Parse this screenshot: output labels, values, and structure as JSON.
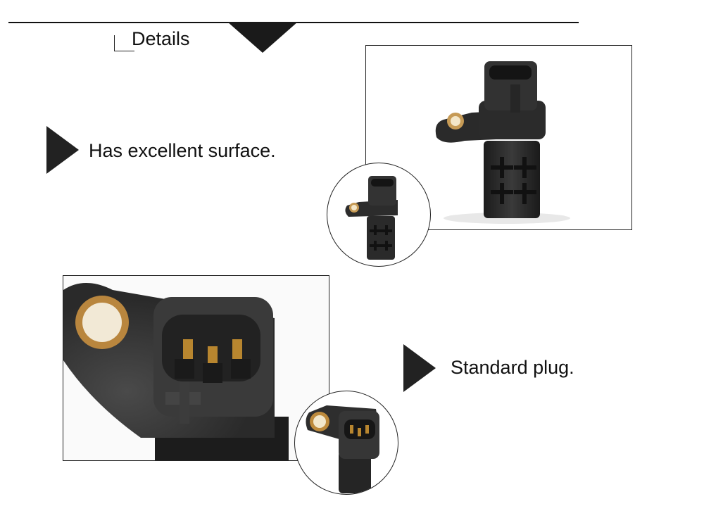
{
  "header": {
    "title": "Details"
  },
  "features": [
    {
      "caption": "Has excellent surface."
    },
    {
      "caption": "Standard plug."
    }
  ]
}
